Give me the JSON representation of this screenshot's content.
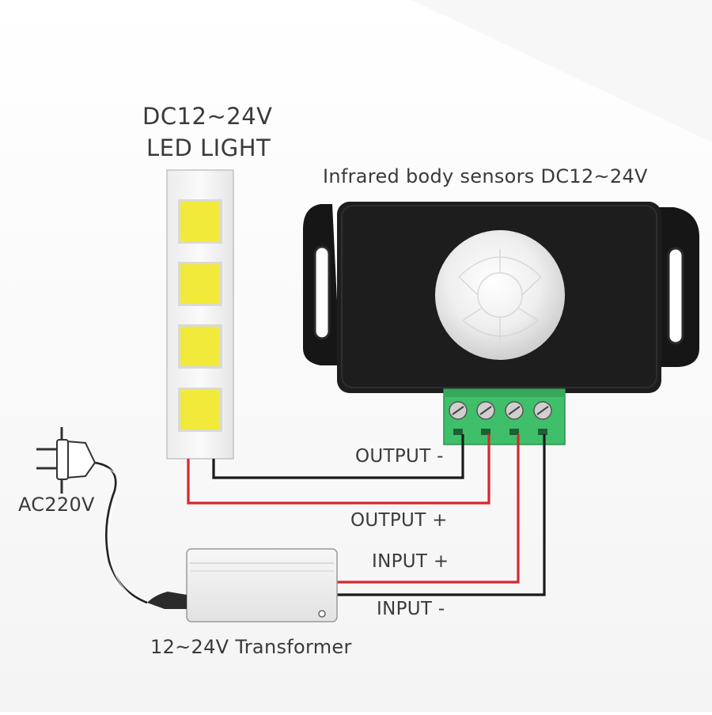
{
  "led_light": {
    "voltage": "DC12~24V",
    "name": "LED LIGHT",
    "chip_count": 4,
    "chip_color": "#f2ea3a"
  },
  "sensor": {
    "title": "Infrared body sensors DC12~24V",
    "body_color": "#1d1d1d",
    "terminal_color": "#3fbf6a",
    "terminal_count": 4
  },
  "power_plug": {
    "label": "AC220V"
  },
  "transformer": {
    "label": "12~24V Transformer"
  },
  "wires": {
    "output_negative": "OUTPUT -",
    "output_positive": "OUTPUT +",
    "input_positive": "INPUT +",
    "input_negative": "INPUT -",
    "positive_color": "#d7262e",
    "negative_color": "#1a1a1a"
  }
}
